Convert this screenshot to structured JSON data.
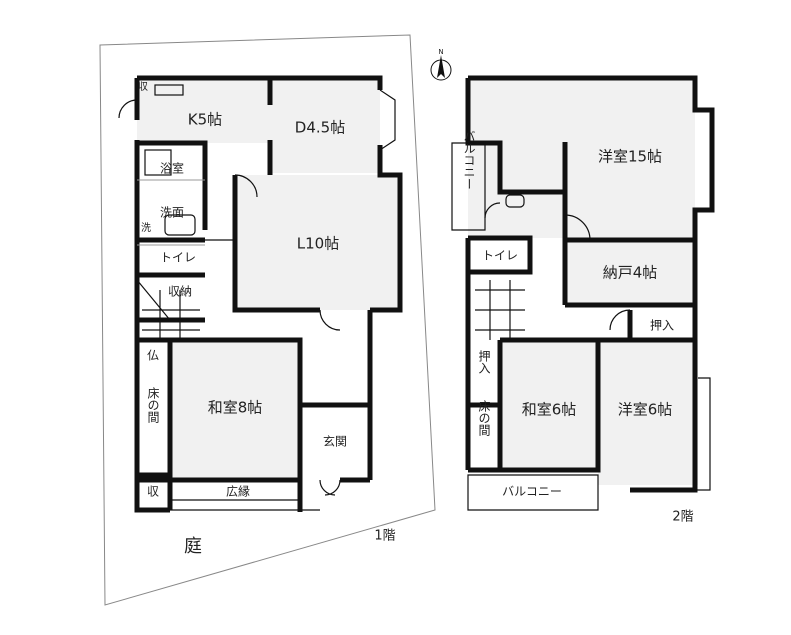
{
  "floor1": {
    "label": "1階",
    "garden": "庭",
    "rooms": {
      "kitchen": "K5帖",
      "dining": "D4.5帖",
      "bath": "浴室",
      "washroom": "洗面",
      "laundry": "洗",
      "toilet": "トイレ",
      "storage": "収納",
      "living": "L10帖",
      "altar": "仏",
      "tatami": "和室8帖",
      "alcove": "床の間",
      "closet_top": "収",
      "closet_bottom": "収",
      "veranda": "広縁",
      "entrance": "玄関"
    }
  },
  "floor2": {
    "label": "2階",
    "rooms": {
      "western15": "洋室15帖",
      "balcony_side": "バルコニー",
      "toilet": "トイレ",
      "storeroom": "納戸4帖",
      "closet_right": "押入",
      "closet_left": "押入",
      "tatami": "和室6帖",
      "western6": "洋室6帖",
      "alcove": "床の間",
      "balcony_bottom": "バルコニー"
    }
  },
  "compass": "N"
}
